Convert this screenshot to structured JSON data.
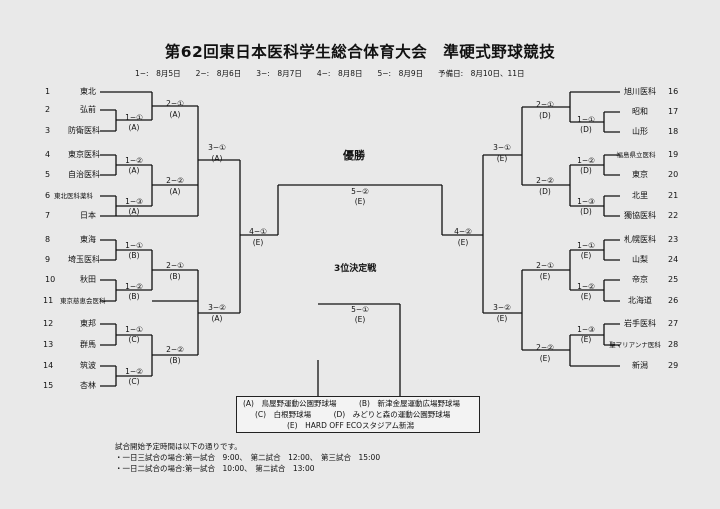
{
  "title": "第62回東日本医科学生総合体育大会　準硬式野球競技",
  "dates": "1−:　8月5日　　2−:　8月6日　　3−:　8月7日　　4−:　8月8日　　5−:　8月9日　　予備日:　8月10日、11日",
  "left_teams": [
    {
      "num": "1",
      "name": "東北"
    },
    {
      "num": "2",
      "name": "弘前"
    },
    {
      "num": "3",
      "name": "防衛医科"
    },
    {
      "num": "4",
      "name": "東京医科"
    },
    {
      "num": "5",
      "name": "自治医科"
    },
    {
      "num": "6",
      "name": "東北医科薬科"
    },
    {
      "num": "7",
      "name": "日本"
    },
    {
      "num": "8",
      "name": "東海"
    },
    {
      "num": "9",
      "name": "埼玉医科"
    },
    {
      "num": "10",
      "name": "秋田"
    },
    {
      "num": "11",
      "name": "東京慈恵会医科"
    },
    {
      "num": "12",
      "name": "東邦"
    },
    {
      "num": "13",
      "name": "群馬"
    },
    {
      "num": "14",
      "name": "筑波"
    },
    {
      "num": "15",
      "name": "杏林"
    }
  ],
  "right_teams": [
    {
      "num": "16",
      "name": "旭川医科"
    },
    {
      "num": "17",
      "name": "昭和"
    },
    {
      "num": "18",
      "name": "山形"
    },
    {
      "num": "19",
      "name": "福島県立医科"
    },
    {
      "num": "20",
      "name": "東京"
    },
    {
      "num": "21",
      "name": "北里"
    },
    {
      "num": "22",
      "name": "獨協医科"
    },
    {
      "num": "23",
      "name": "札幌医科"
    },
    {
      "num": "24",
      "name": "山梨"
    },
    {
      "num": "25",
      "name": "帝京"
    },
    {
      "num": "26",
      "name": "北海道"
    },
    {
      "num": "27",
      "name": "岩手医科"
    },
    {
      "num": "28",
      "name": "聖マリアンナ医科"
    },
    {
      "num": "29",
      "name": "新潟"
    }
  ],
  "matches_left": [
    {
      "round": "1−①",
      "venue": "(A)"
    },
    {
      "round": "2−①",
      "venue": "(A)"
    },
    {
      "round": "1−②",
      "venue": "(A)"
    },
    {
      "round": "2−②",
      "venue": "(A)"
    },
    {
      "round": "1−③",
      "venue": "(A)"
    },
    {
      "round": "3−①",
      "venue": "(A)"
    },
    {
      "round": "1−①",
      "venue": "(B)"
    },
    {
      "round": "2−①",
      "venue": "(B)"
    },
    {
      "round": "1−②",
      "venue": "(B)"
    },
    {
      "round": "1−①",
      "venue": "(C)"
    },
    {
      "round": "2−②",
      "venue": "(B)"
    },
    {
      "round": "1−②",
      "venue": "(C)"
    },
    {
      "round": "3−②",
      "venue": "(A)"
    },
    {
      "round": "4−①",
      "venue": "(E)"
    }
  ],
  "matches_right": [
    {
      "round": "2−①",
      "venue": "(D)"
    },
    {
      "round": "1−①",
      "venue": "(D)"
    },
    {
      "round": "1−②",
      "venue": "(D)"
    },
    {
      "round": "2−②",
      "venue": "(D)"
    },
    {
      "round": "1−③",
      "venue": "(D)"
    },
    {
      "round": "3−①",
      "venue": "(E)"
    },
    {
      "round": "1−①",
      "venue": "(E)"
    },
    {
      "round": "2−①",
      "venue": "(E)"
    },
    {
      "round": "1−②",
      "venue": "(E)"
    },
    {
      "round": "1−③",
      "venue": "(E)"
    },
    {
      "round": "2−②",
      "venue": "(E)"
    },
    {
      "round": "3−②",
      "venue": "(E)"
    },
    {
      "round": "4−②",
      "venue": "(E)"
    }
  ],
  "final": {
    "label": "優勝",
    "round": "5−②",
    "venue": "(E)"
  },
  "third_place": {
    "label": "3位決定戦",
    "round": "5−①",
    "venue": "(E)"
  },
  "venues": [
    "(A)　鳥屋野運動公園野球場　　　(B)　新津金屋運動広場野球場",
    "(C)　白根野球場　　　(D)　みどりと森の運動公園野球場",
    "(E)　HARD OFF ECOスタジアム新潟"
  ],
  "notes": [
    "試合開始予定時間は以下の通りです。",
    "・一日三試合の場合:第一試合　9:00、　第二試合　12:00、　第三試合　15:00",
    "・一日二試合の場合:第一試合　10:00、　第二試合　13:00"
  ]
}
